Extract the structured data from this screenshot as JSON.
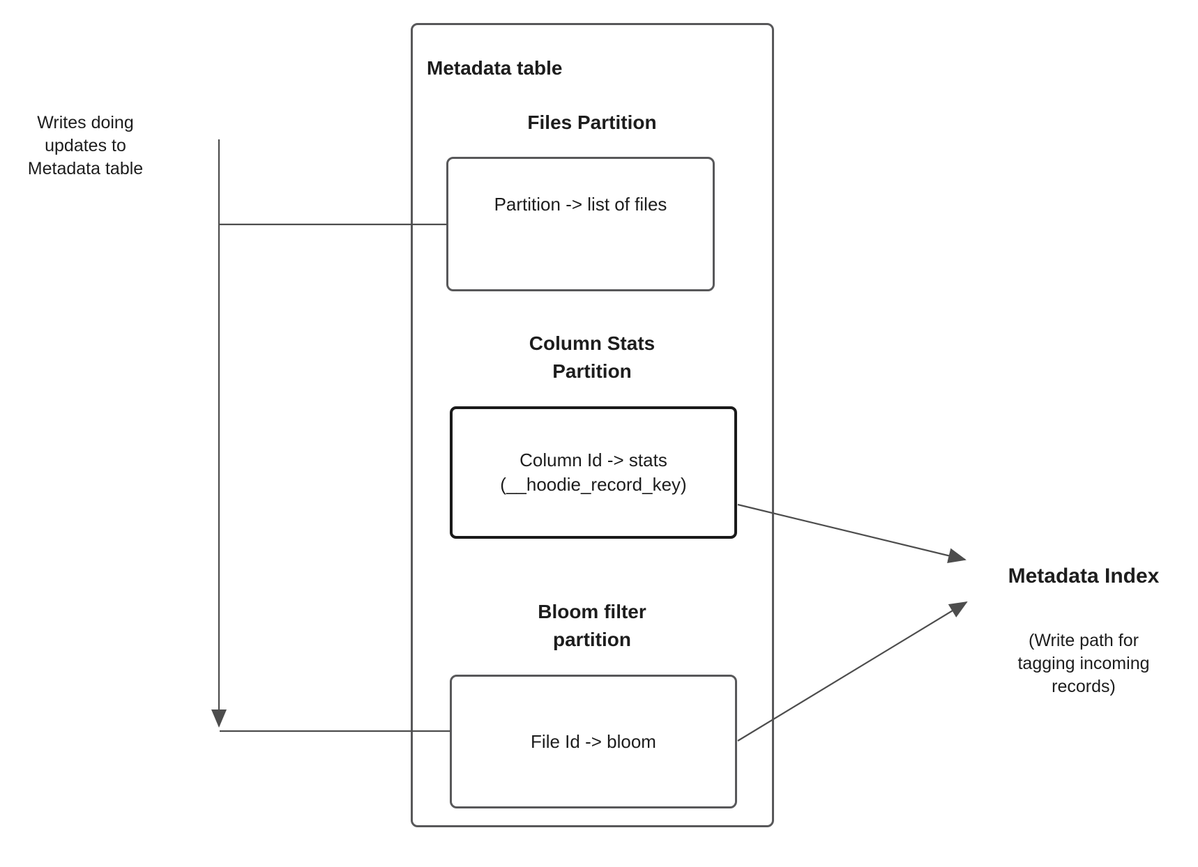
{
  "colors": {
    "background": "#ffffff",
    "text": "#1d1d1d",
    "box_border": "#58585a",
    "dark_box_border": "#1a1a1a",
    "connector_line": "#4d4d4d"
  },
  "annotations": {
    "writes_note": "Writes doing\nupdates to\nMetadata table"
  },
  "metadata_table": {
    "title": "Metadata table",
    "partitions": [
      {
        "heading": "Files Partition",
        "content": "Partition -> list of files"
      },
      {
        "heading": "Column Stats\nPartition",
        "content": "Column Id  -> stats\n(__hoodie_record_key)"
      },
      {
        "heading": "Bloom filter\npartition",
        "content": "File Id -> bloom"
      }
    ]
  },
  "metadata_index": {
    "title": "Metadata Index",
    "subtitle": "(Write path for\ntagging incoming\nrecords)"
  }
}
